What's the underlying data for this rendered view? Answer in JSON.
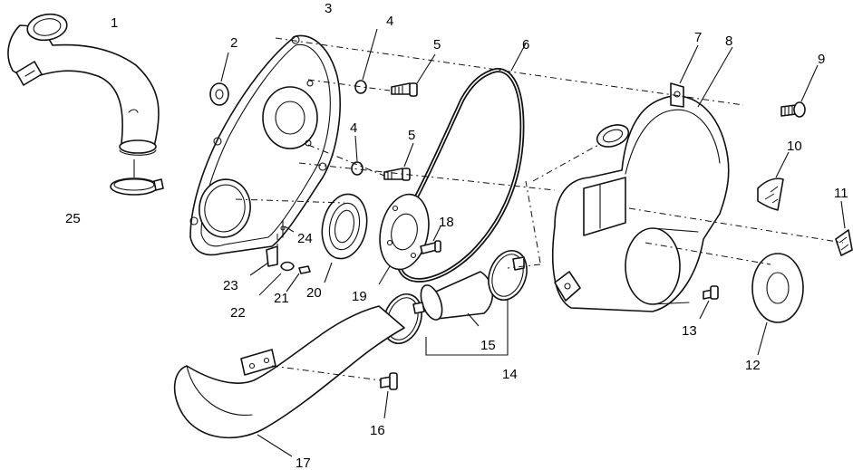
{
  "diagram": {
    "callouts": [
      {
        "id": "c1",
        "label": "1"
      },
      {
        "id": "c2",
        "label": "2"
      },
      {
        "id": "c3",
        "label": "3"
      },
      {
        "id": "c4a",
        "label": "4"
      },
      {
        "id": "c4b",
        "label": "4"
      },
      {
        "id": "c5a",
        "label": "5"
      },
      {
        "id": "c5b",
        "label": "5"
      },
      {
        "id": "c6",
        "label": "6"
      },
      {
        "id": "c7",
        "label": "7"
      },
      {
        "id": "c8",
        "label": "8"
      },
      {
        "id": "c9",
        "label": "9"
      },
      {
        "id": "c10",
        "label": "10"
      },
      {
        "id": "c11",
        "label": "11"
      },
      {
        "id": "c12",
        "label": "12"
      },
      {
        "id": "c13",
        "label": "13"
      },
      {
        "id": "c14",
        "label": "14"
      },
      {
        "id": "c15",
        "label": "15"
      },
      {
        "id": "c16",
        "label": "16"
      },
      {
        "id": "c17",
        "label": "17"
      },
      {
        "id": "c18",
        "label": "18"
      },
      {
        "id": "c19",
        "label": "19"
      },
      {
        "id": "c20",
        "label": "20"
      },
      {
        "id": "c21",
        "label": "21"
      },
      {
        "id": "c22",
        "label": "22"
      },
      {
        "id": "c23",
        "label": "23"
      },
      {
        "id": "c24",
        "label": "24"
      },
      {
        "id": "c25",
        "label": "25"
      }
    ]
  }
}
